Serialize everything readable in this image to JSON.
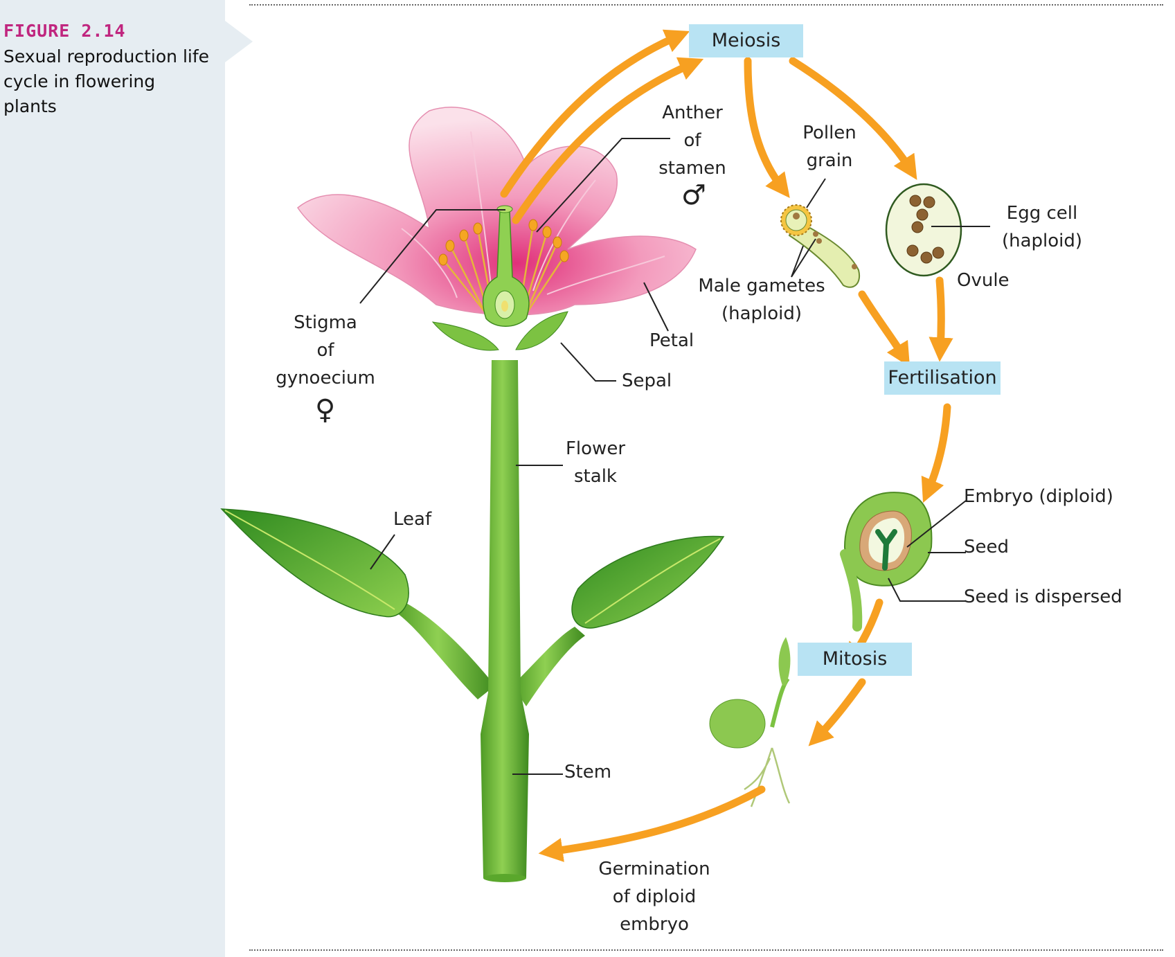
{
  "figure": {
    "number": "FIGURE 2.14",
    "caption": "Sexual reproduction life cycle in flowering plants"
  },
  "stages": {
    "meiosis": "Meiosis",
    "fertilisation": "Fertilisation",
    "mitosis": "Mitosis"
  },
  "labels": {
    "anther": [
      "Anther",
      "of",
      "stamen"
    ],
    "male_symbol": "♂",
    "pollen": [
      "Pollen",
      "grain"
    ],
    "egg_cell": [
      "Egg cell",
      "(haploid)"
    ],
    "male_gametes": [
      "Male gametes",
      "(haploid)"
    ],
    "ovule": "Ovule",
    "stigma": [
      "Stigma",
      "of",
      "gynoecium"
    ],
    "female_symbol": "♀",
    "petal": "Petal",
    "sepal": "Sepal",
    "flower_stalk": [
      "Flower",
      "stalk"
    ],
    "leaf": "Leaf",
    "embryo": "Embryo (diploid)",
    "seed": "Seed",
    "seed_dispersed": "Seed is dispersed",
    "stem": "Stem",
    "germination": [
      "Germination",
      "of diploid",
      "embryo"
    ]
  },
  "colors": {
    "arrow": "#f7a021",
    "stage_box": "#b8e3f3",
    "figure_number": "#c0267f",
    "petal": "#f6b6cd",
    "stem": "#7cc242",
    "leaf": "#4caf2f"
  }
}
